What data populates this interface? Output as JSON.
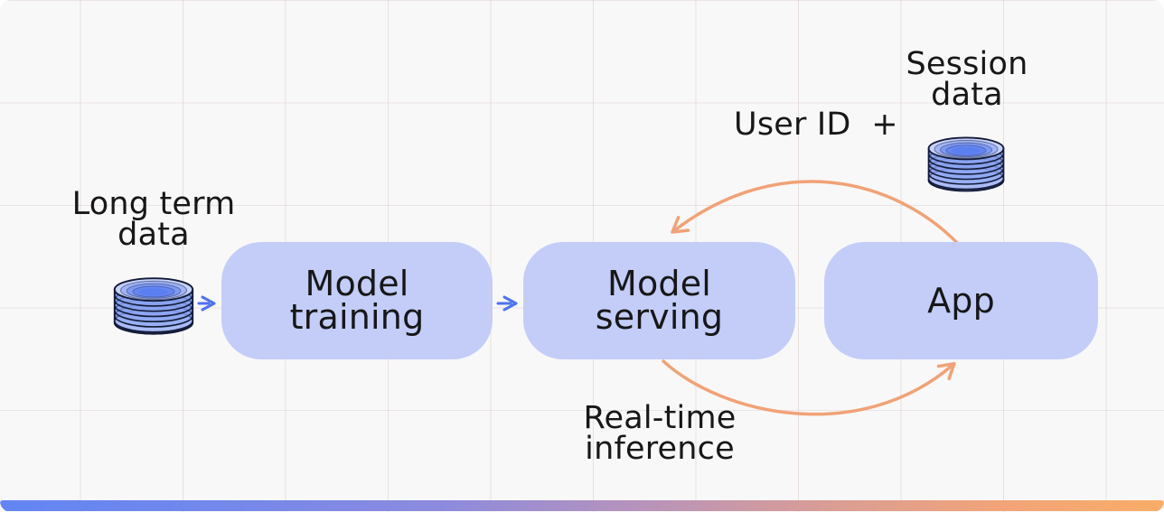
{
  "diagram": {
    "nodes": [
      {
        "id": "model-training",
        "label_lines": [
          "Model",
          "training"
        ]
      },
      {
        "id": "model-serving",
        "label_lines": [
          "Model",
          "serving"
        ]
      },
      {
        "id": "app",
        "label_lines": [
          "App"
        ]
      }
    ],
    "annotations": {
      "long_term": {
        "lines": [
          "Long term",
          "data"
        ]
      },
      "session": {
        "lines": [
          "Session",
          "data"
        ]
      },
      "user_id": "User ID  +",
      "realtime": {
        "lines": [
          "Real-time",
          "inference"
        ]
      }
    },
    "icons": [
      {
        "name": "database-icon",
        "for": "long-term-data"
      },
      {
        "name": "database-icon",
        "for": "session-data"
      }
    ],
    "flows": [
      {
        "from": "long-term-data",
        "to": "model-training",
        "style": "blue-straight"
      },
      {
        "from": "model-training",
        "to": "model-serving",
        "style": "blue-straight"
      },
      {
        "from": "app",
        "to": "model-serving",
        "style": "orange-curve",
        "carries": "User ID + Session data"
      },
      {
        "from": "model-serving",
        "to": "app",
        "style": "orange-curve",
        "carries": "Real-time inference"
      }
    ],
    "colors": {
      "background": "#f8f8f8",
      "node_fill": "#c3cdf8",
      "blue_arrow": "#4e72f1",
      "orange_arrow": "#f1a276",
      "text": "#171717",
      "db_top": "#c5d2fa",
      "db_body": "#8ba4f2",
      "db_center": "#5b7ef0",
      "gradient_bar": [
        "#6285f3",
        "#8d8ade",
        "#b793bb",
        "#f2a478",
        "#f9ad67"
      ]
    }
  }
}
